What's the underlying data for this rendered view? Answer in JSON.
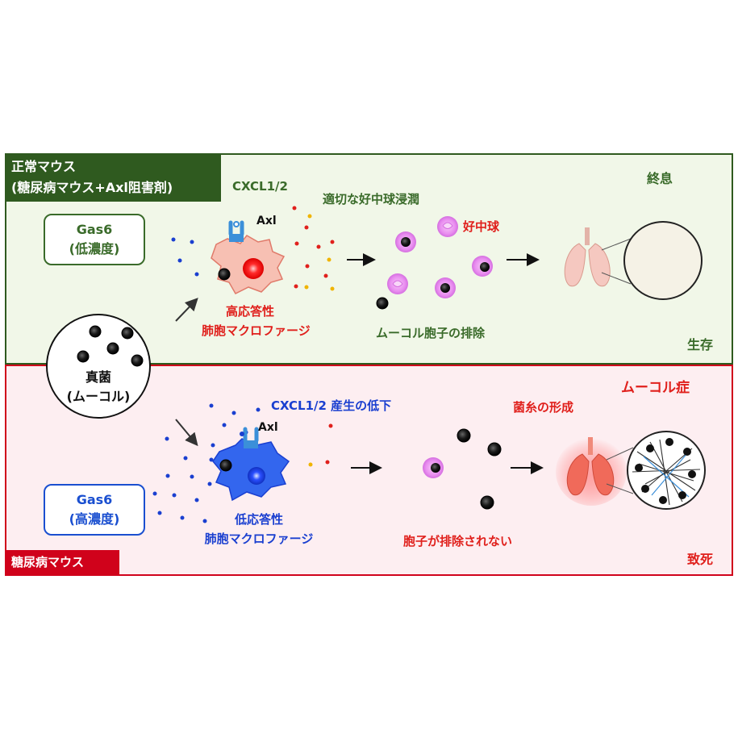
{
  "top_panel": {
    "tag_line1": "正常マウス",
    "tag_line2": "(糖尿病マウス+Axl阻害剤)",
    "gas6_line1": "Gas6",
    "gas6_line2": "(低濃度)",
    "cxcl": "CXCL1/2",
    "axl": "Axl",
    "infiltration": "適切な好中球浸潤",
    "neutrophil": "好中球",
    "macro_line1": "高応答性",
    "macro_line2": "肺胞マクロファージ",
    "spore_clear": "ムーコル胞子の排除",
    "resolution": "終息",
    "outcome": "生存"
  },
  "fungus": {
    "line1": "真菌",
    "line2": "(ムーコル)"
  },
  "bottom_panel": {
    "tag": "糖尿病マウス",
    "gas6_line1": "Gas6",
    "gas6_line2": "(高濃度)",
    "cxcl_low": "CXCL1/2 産生の低下",
    "axl": "Axl",
    "macro_line1": "低応答性",
    "macro_line2": "肺胞マクロファージ",
    "no_clear": "胞子が排除されない",
    "hyphae": "菌糸の形成",
    "disease": "ムーコル症",
    "outcome": "致死"
  },
  "colors": {
    "green": "#2f5a1f",
    "red": "#d0021b",
    "blue": "#1a3fd0",
    "neutrophil": "#e98ef0"
  }
}
